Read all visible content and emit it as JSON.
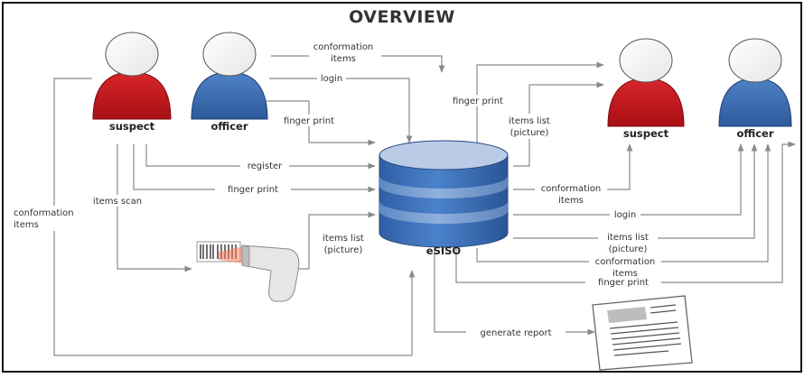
{
  "title": "OVERVIEW",
  "colors": {
    "suspect": "#c8191e",
    "officer": "#3d6fb5",
    "database": "#3f74bf",
    "connector": "#8a8a8a"
  },
  "actors": {
    "left_suspect": "suspect",
    "left_officer": "officer",
    "right_suspect": "suspect",
    "right_officer": "officer"
  },
  "database_label": "eSISO",
  "labels": {
    "conformation_items_top": [
      "conformation",
      "items"
    ],
    "login_top": "login",
    "finger_print_officer": "finger print",
    "register": "register",
    "finger_print_suspect": "finger print",
    "items_scan": "items scan",
    "conformation_items_left": [
      "conformation",
      "items"
    ],
    "items_list_scanner": [
      "items list",
      "(picture)"
    ],
    "finger_print_out": "finger print",
    "items_list_right": [
      "items list",
      "(picture)"
    ],
    "conformation_items_right": [
      "conformation",
      "items"
    ],
    "login_right": "login",
    "items_list_right_low": [
      "items list",
      "(picture)"
    ],
    "conformation_items_right_low": [
      "conformation",
      "items"
    ],
    "finger_print_bottom": "finger print",
    "generate_report": "generate report"
  },
  "icons": [
    "barcode-scanner-icon",
    "report-document-icon",
    "person-icon",
    "database-icon"
  ]
}
